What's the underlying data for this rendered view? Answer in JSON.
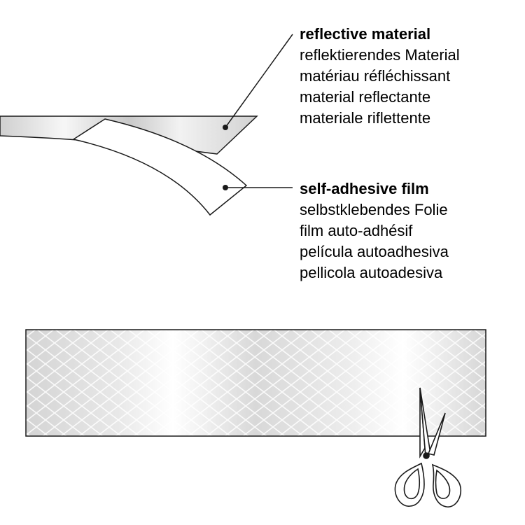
{
  "reflective_material": {
    "title": "reflective material",
    "translations": [
      "reflektierendes Material",
      "matériau réfléchissant",
      "material reflectante",
      "materiale riflettente"
    ]
  },
  "self_adhesive_film": {
    "title": "self-adhesive film",
    "translations": [
      "selbstklebendes Folie",
      "film auto-adhésif",
      "película autoadhesiva",
      "pellicola autoadesiva"
    ]
  },
  "colors": {
    "outline": "#1a1a1a",
    "tape_light": "#f4f4f4",
    "tape_mid": "#cfcfcf",
    "pattern_line": "#ffffff"
  },
  "icons": [
    "scissors-icon"
  ]
}
